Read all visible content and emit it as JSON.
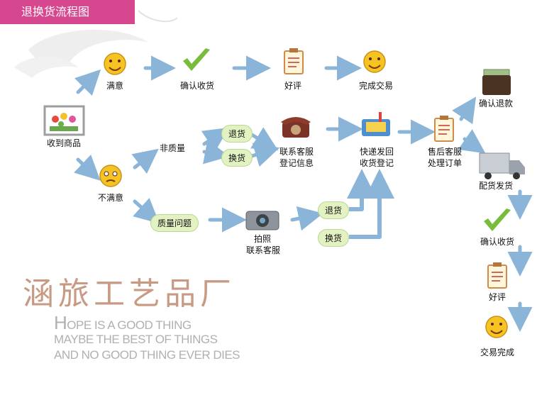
{
  "header": {
    "title": "退换货流程图"
  },
  "nodes": {
    "received": "收到商品",
    "satisfied": "满意",
    "confirm_receipt_top": "确认收货",
    "good_review_top": "好评",
    "complete_top": "完成交易",
    "unsatisfied": "不满意",
    "non_quality": "非质量",
    "return_top": "退货",
    "exchange_top": "换货",
    "contact_cs": "联系客服",
    "register_info": "登记信息",
    "express_line1": "快递发回",
    "express_line2": "收货登记",
    "aftersale_line1": "售后客服",
    "aftersale_line2": "处理订单",
    "confirm_refund": "确认退款",
    "ship_goods": "配货发货",
    "confirm_receipt_right": "确认收货",
    "good_review_right": "好评",
    "trade_complete_right": "交易完成",
    "quality_issue": "质量问题",
    "photo": "拍照",
    "contact_cs_2": "联系客服",
    "return_bottom": "退货",
    "exchange_bottom": "换货"
  },
  "brand": {
    "name": "涵旅工艺品厂"
  },
  "slogan": {
    "line1_big": "H",
    "line1_rest": "OPE IS A GOOD THING",
    "line2": "MAYBE THE BEST OF THINGS",
    "line3": "AND NO GOOD THING EVER DIES"
  },
  "colors": {
    "title_bg": "#d6478f",
    "arrow": "#8ab4d8",
    "leaf": "#e3f2c2",
    "brand": "#c89a83"
  }
}
